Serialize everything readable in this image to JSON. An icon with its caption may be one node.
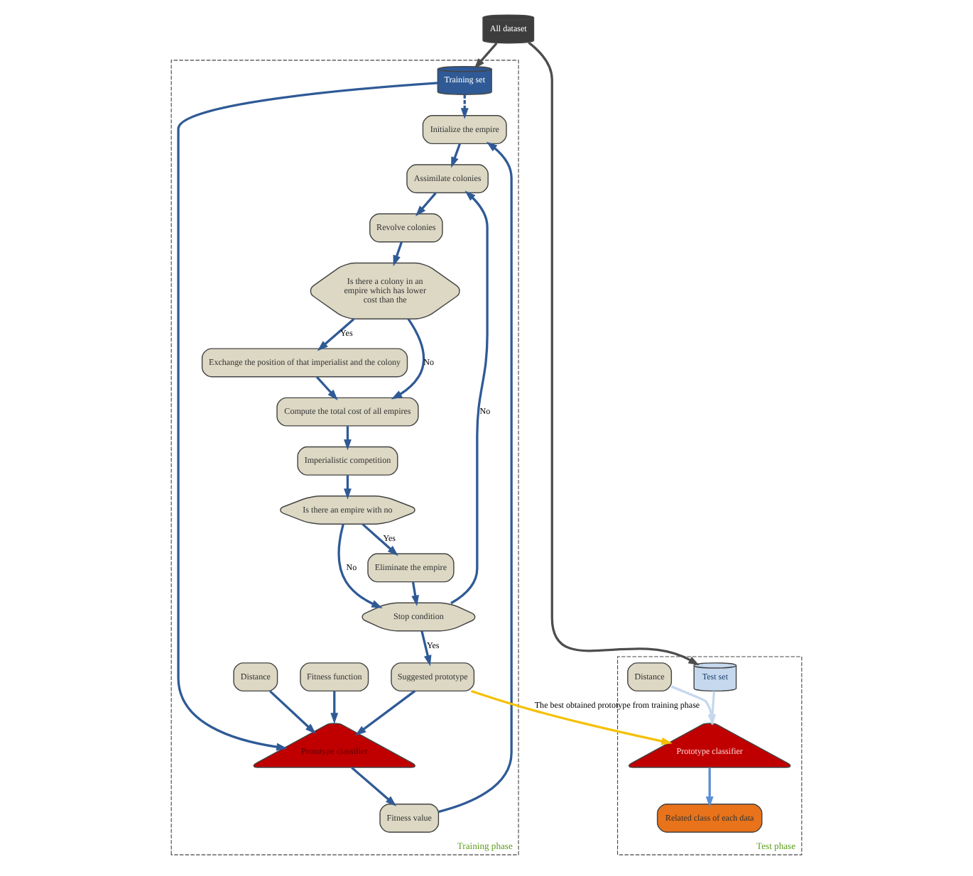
{
  "diagram": {
    "nodes": [
      {
        "text": [
          "All dataset"
        ]
      },
      {
        "text": [
          "Training phase"
        ]
      },
      {
        "text": [
          "Test phase"
        ]
      },
      {
        "text": [
          "Training set"
        ],
        "in": 1
      },
      {
        "text": [
          "Fitness value"
        ],
        "in": 1
      },
      {
        "text": [
          "Initialize the empire"
        ],
        "in": 1
      },
      {
        "text": [
          "Prototype classifier"
        ],
        "in": 1
      },
      {
        "text": [
          "Distance"
        ],
        "in": 1
      },
      {
        "text": [
          "Fitness function"
        ],
        "in": 1
      },
      {
        "text": [
          "Assimilate colonies"
        ],
        "in": 1
      },
      {
        "text": [
          "Suggested prototype"
        ],
        "in": 1
      },
      {
        "text": [
          "Revolve colonies"
        ],
        "in": 1
      },
      {
        "text": [
          "Stop condition"
        ],
        "in": 1
      },
      {
        "text": [
          "Is there a colony in an empire which has lower cost than the"
        ],
        "in": 1
      },
      {
        "text": [
          "Eliminate the empire"
        ],
        "in": 1
      },
      {
        "text": [
          "Is there an empire with no"
        ],
        "in": 1
      },
      {
        "text": [
          "Exchange the position of that imperialist and the colony"
        ],
        "in": 1
      },
      {
        "text": [
          "Imperialistic competition"
        ],
        "in": 1
      },
      {
        "text": [
          "Compute the total cost of all empires"
        ],
        "in": 1
      },
      {
        "text": [
          "Test set"
        ],
        "in": 2
      },
      {
        "text": [
          "Prototype classifier"
        ],
        "in": 2
      },
      {
        "text": [
          "Distance"
        ],
        "in": 2
      },
      {
        "text": [
          "Related class of each data"
        ],
        "in": 2
      }
    ],
    "edges": [
      {
        "from": 0,
        "to": 3,
        "arrow": "to",
        "color": "#4d4d4d"
      },
      {
        "from": 0,
        "to": 19,
        "arrow": "to",
        "color": "#4d4d4d"
      },
      {
        "from": 3,
        "to": 5,
        "arrow": "to",
        "style": "dashed"
      },
      {
        "from": 3,
        "to": 6,
        "arrow": "to"
      },
      {
        "from": 6,
        "to": 4,
        "arrow": "to"
      },
      {
        "from": 4,
        "to": 5,
        "arrow": "to"
      },
      {
        "from": 7,
        "to": 6,
        "arrow": "to"
      },
      {
        "from": 8,
        "to": 6,
        "arrow": "to"
      },
      {
        "from": 5,
        "to": 9,
        "arrow": "to"
      },
      {
        "from": 9,
        "to": 11,
        "arrow": "to"
      },
      {
        "from": 11,
        "to": 13,
        "arrow": "to"
      },
      {
        "from": 13,
        "to": 16,
        "arrow": "to",
        "label": "Yes"
      },
      {
        "from": 13,
        "to": 18,
        "arrow": "to",
        "label": "No"
      },
      {
        "from": 16,
        "to": 18,
        "arrow": "to"
      },
      {
        "from": 18,
        "to": 17,
        "arrow": "to"
      },
      {
        "from": 17,
        "to": 15,
        "arrow": "to"
      },
      {
        "from": 15,
        "to": 14,
        "arrow": "to",
        "label": "Yes"
      },
      {
        "from": 15,
        "to": 12,
        "arrow": "to",
        "label": "No"
      },
      {
        "from": 14,
        "to": 12,
        "arrow": "to"
      },
      {
        "from": 12,
        "to": 10,
        "arrow": "to",
        "label": "Yes"
      },
      {
        "from": 12,
        "to": 9,
        "arrow": "to",
        "label": "No"
      },
      {
        "from": 10,
        "to": 6,
        "arrow": "to"
      },
      {
        "from": 10,
        "to": 20,
        "arrow": "to",
        "color": "#f5c000",
        "label": "The best obtained prototype from training phase"
      },
      {
        "from": 19,
        "to": 20,
        "arrow": "to",
        "color": "#c5d8ee"
      },
      {
        "from": 21,
        "to": 20,
        "arrow": "to",
        "color": "#c5d8ee"
      },
      {
        "from": 20,
        "to": 22,
        "arrow": "to",
        "color": "#5b8fd6"
      }
    ]
  }
}
